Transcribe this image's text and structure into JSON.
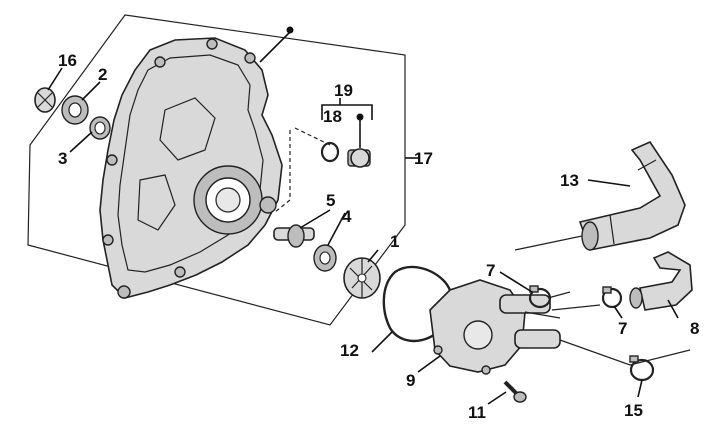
{
  "diagram": {
    "callouts": [
      {
        "id": "1",
        "label": "1"
      },
      {
        "id": "2",
        "label": "2"
      },
      {
        "id": "3",
        "label": "3"
      },
      {
        "id": "4",
        "label": "4"
      },
      {
        "id": "5",
        "label": "5"
      },
      {
        "id": "7a",
        "label": "7"
      },
      {
        "id": "7b",
        "label": "7"
      },
      {
        "id": "8",
        "label": "8"
      },
      {
        "id": "9",
        "label": "9"
      },
      {
        "id": "11",
        "label": "11"
      },
      {
        "id": "12",
        "label": "12"
      },
      {
        "id": "13",
        "label": "13"
      },
      {
        "id": "15",
        "label": "15"
      },
      {
        "id": "16",
        "label": "16"
      },
      {
        "id": "17",
        "label": "17"
      },
      {
        "id": "18",
        "label": "18"
      },
      {
        "id": "19",
        "label": "19"
      }
    ]
  }
}
